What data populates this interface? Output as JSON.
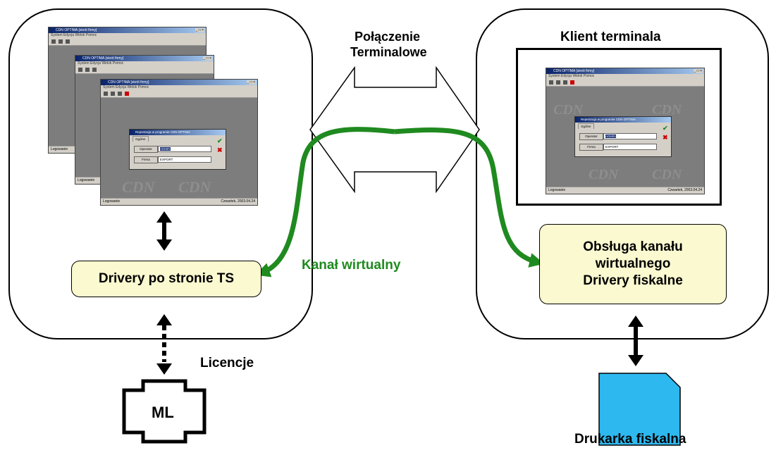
{
  "labels": {
    "terminal_connection_line1": "Połączenie",
    "terminal_connection_line2": "Terminalowe",
    "terminal_client": "Klient terminala",
    "virtual_channel": "Kanał wirtualny",
    "ts_drivers": "Drivery po stronie TS",
    "client_box_line1": "Obsługa kanału",
    "client_box_line2": "wirtualnego",
    "client_box_line3": "Drivery fiskalne",
    "licenses": "Licencje",
    "ml": "ML",
    "fiscal_printer": "Drukarka fiskalna"
  },
  "screenshot": {
    "window_title": "CDN OPT!MA [skrót firmy]",
    "menu": "System  Edycja  Widok  Pomoc",
    "status_left": "Logowanie",
    "status_right": "Czwartek, 2003.04.24",
    "dialog_title": "Rejestracja w programie CDN OPT!MA",
    "dialog_tab": "Ogólne",
    "operator_button": "Operator",
    "operator_value": "ADMIN",
    "company_button": "Firma",
    "company_value": "EXPORT",
    "watermark": "CDN"
  },
  "colors": {
    "connector_green": "#1f8a1f",
    "box_fill": "#fbf9d0",
    "printer_fill": "#2eb8f0",
    "label_green": "#1f8a1f"
  },
  "icons": [
    "double-arrow-icon",
    "dashed-double-arrow-icon",
    "curved-arrow-icon",
    "printer-icon",
    "license-key-icon"
  ]
}
